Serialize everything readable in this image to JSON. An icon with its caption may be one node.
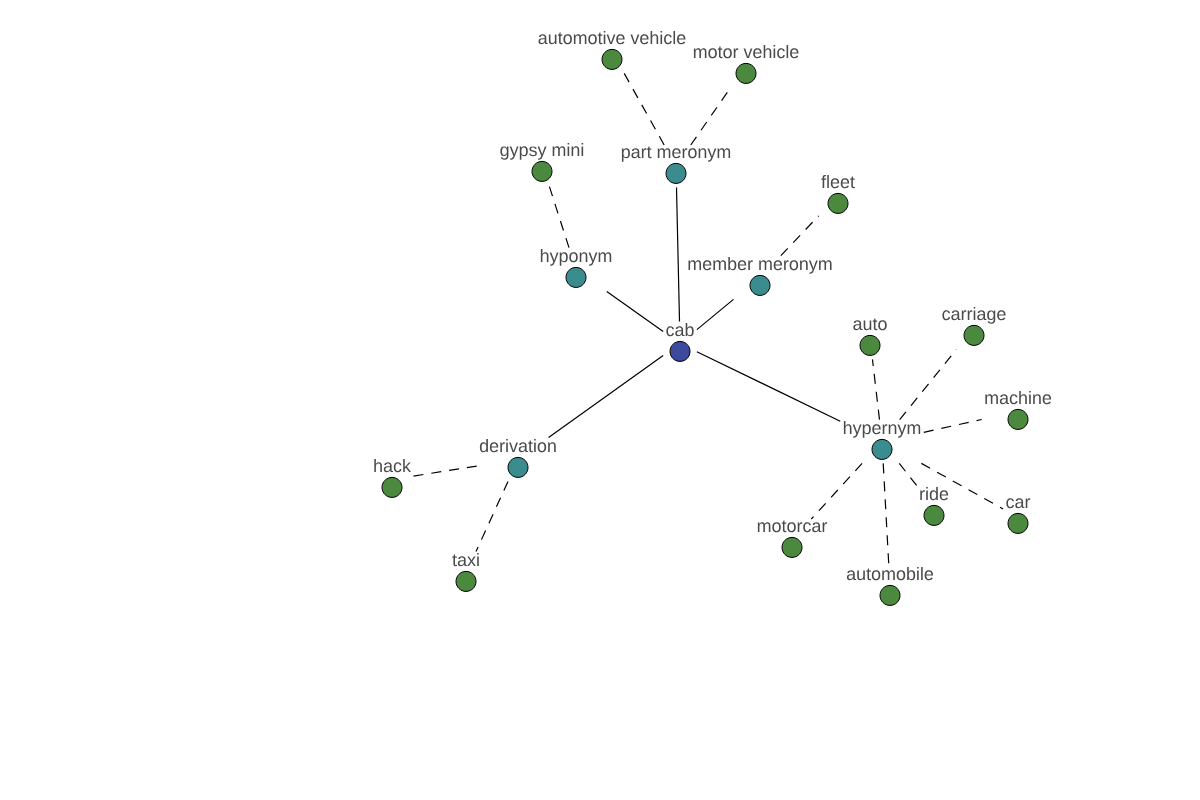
{
  "diagram": {
    "nodes": [
      {
        "text": [
          "automotive vehicle"
        ]
      },
      {
        "text": [
          "motor vehicle"
        ]
      },
      {
        "text": [
          "gypsy mini"
        ]
      },
      {
        "text": [
          "part meronym"
        ]
      },
      {
        "text": [
          "fleet"
        ]
      },
      {
        "text": [
          "hyponym"
        ]
      },
      {
        "text": [
          "member meronym"
        ]
      },
      {
        "text": [
          "carriage"
        ]
      },
      {
        "text": [
          "auto"
        ]
      },
      {
        "text": [
          "cab"
        ]
      },
      {
        "text": [
          "machine"
        ]
      },
      {
        "text": [
          "hypernym"
        ]
      },
      {
        "text": [
          "derivation"
        ]
      },
      {
        "text": [
          "hack"
        ]
      },
      {
        "text": [
          "ride"
        ]
      },
      {
        "text": [
          "car"
        ]
      },
      {
        "text": [
          "motorcar"
        ]
      },
      {
        "text": [
          "taxi"
        ]
      },
      {
        "text": [
          "automobile"
        ]
      }
    ],
    "edges": [
      {
        "from": 9,
        "to": 3,
        "arrow": "none"
      },
      {
        "from": 9,
        "to": 5,
        "arrow": "none"
      },
      {
        "from": 9,
        "to": 6,
        "arrow": "none"
      },
      {
        "from": 9,
        "to": 12,
        "arrow": "none"
      },
      {
        "from": 9,
        "to": 11,
        "arrow": "none"
      },
      {
        "from": 3,
        "to": 0,
        "arrow": "none",
        "style": "dashed"
      },
      {
        "from": 3,
        "to": 1,
        "arrow": "none",
        "style": "dashed"
      },
      {
        "from": 5,
        "to": 2,
        "arrow": "none",
        "style": "dashed"
      },
      {
        "from": 6,
        "to": 4,
        "arrow": "none",
        "style": "dashed"
      },
      {
        "from": 12,
        "to": 13,
        "arrow": "none",
        "style": "dashed"
      },
      {
        "from": 12,
        "to": 17,
        "arrow": "none",
        "style": "dashed"
      },
      {
        "from": 11,
        "to": 8,
        "arrow": "none",
        "style": "dashed"
      },
      {
        "from": 11,
        "to": 7,
        "arrow": "none",
        "style": "dashed"
      },
      {
        "from": 11,
        "to": 10,
        "arrow": "none",
        "style": "dashed"
      },
      {
        "from": 11,
        "to": 14,
        "arrow": "none",
        "style": "dashed"
      },
      {
        "from": 11,
        "to": 15,
        "arrow": "none",
        "style": "dashed"
      },
      {
        "from": 11,
        "to": 16,
        "arrow": "none",
        "style": "dashed"
      },
      {
        "from": 11,
        "to": 18,
        "arrow": "none",
        "style": "dashed"
      }
    ]
  }
}
